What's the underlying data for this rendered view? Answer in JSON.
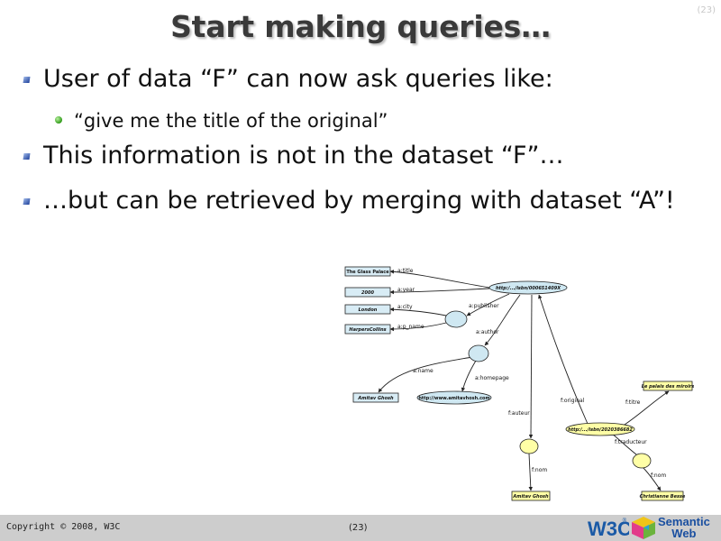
{
  "slide": {
    "page_number_top": "(23)",
    "title": "Start making queries…",
    "bullets": [
      "User of data “F” can now ask queries like:",
      "“give me the title of the original”",
      "This information is not in the dataset “F”…",
      "…but can be retrieved by merging with dataset “A”!"
    ]
  },
  "diagram": {
    "nodes": {
      "the_glass_palace": "The Glass Palace",
      "year_2000": "2000",
      "london": "London",
      "harpercollins": "HarpersCollins",
      "isbn_a": "http:/.../isbn/000651409X",
      "amitav_ghosh_a": "Amitav Ghosh",
      "homepage_url": "http://www.amitavhosh.com",
      "le_palais": "Le palais des miroirs",
      "isbn_f": "http:/.../isbn/2020386682",
      "amitav_ghosh_f": "Amitav Ghosh",
      "christianne_besse": "Christianne Besse"
    },
    "edges": {
      "a_title": "a:title",
      "a_year": "a:year",
      "a_publisher": "a:publisher",
      "a_city": "a:city",
      "a_p_name": "a:p_name",
      "a_author": "a:author",
      "a_name": "a:name",
      "a_homepage": "a:homepage",
      "f_auteur": "f:auteur",
      "f_original": "f:original",
      "f_titre": "f:titre",
      "f_traducteur": "f:traducteur",
      "f_nom_1": "f:nom",
      "f_nom_2": "f:nom"
    },
    "colors": {
      "rect_fill": "#d8ecf5",
      "ellipse_blue": "#cfe8f2",
      "ellipse_yellow": "#ffffa6"
    }
  },
  "footer": {
    "copyright": "Copyright © 2008, W3C",
    "page_number": "(23)",
    "w3c_logo_text": "W3C",
    "semantic": "Semantic",
    "web": "Web"
  }
}
